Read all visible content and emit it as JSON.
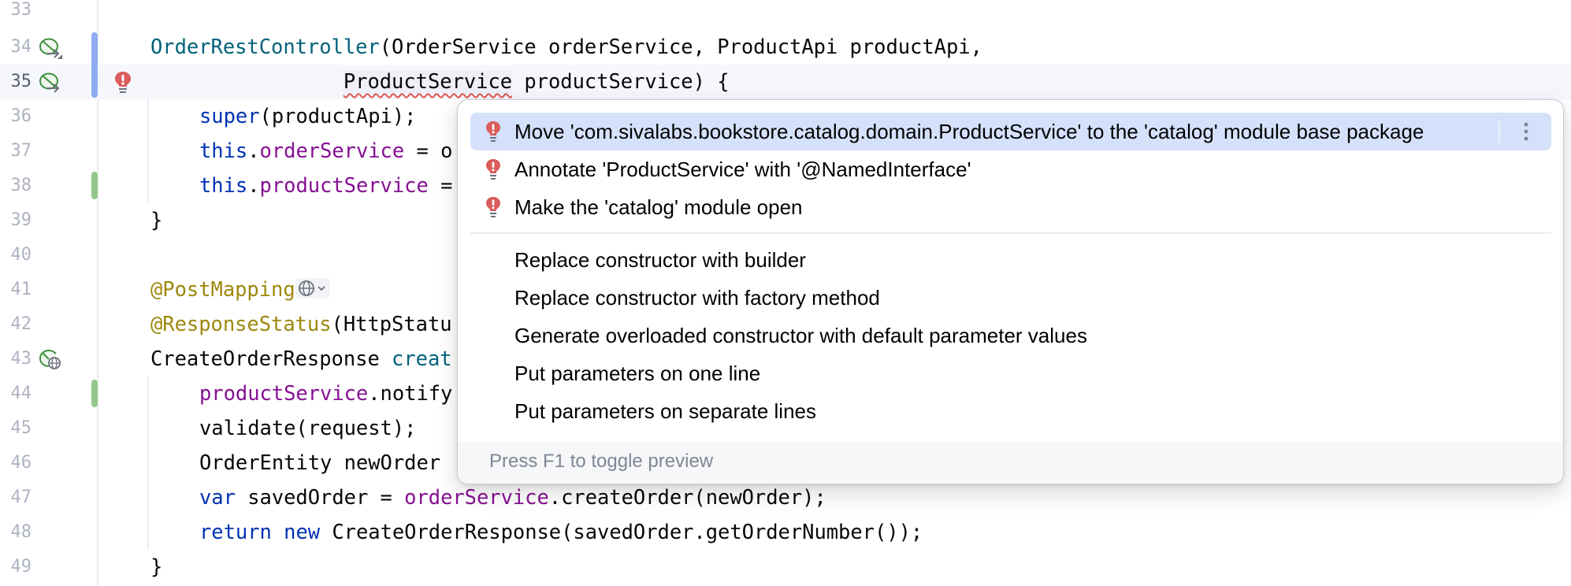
{
  "editor": {
    "lines": [
      {
        "num": "33",
        "code": ""
      },
      {
        "num": "34",
        "code": "OrderRestController(OrderService orderService, ProductApi productApi,"
      },
      {
        "num": "35",
        "code": "ProductService productService) {"
      },
      {
        "num": "36",
        "code": "super(productApi);"
      },
      {
        "num": "37",
        "code": "this.orderService = o"
      },
      {
        "num": "38",
        "code": "this.productService ="
      },
      {
        "num": "39",
        "code": "}"
      },
      {
        "num": "40",
        "code": ""
      },
      {
        "num": "41",
        "code": "@PostMapping"
      },
      {
        "num": "42",
        "code": "@ResponseStatus(HttpStatu"
      },
      {
        "num": "43",
        "code": "CreateOrderResponse creat"
      },
      {
        "num": "44",
        "code": "productService.notify"
      },
      {
        "num": "45",
        "code": "validate(request);"
      },
      {
        "num": "46",
        "code": "OrderEntity newOrder"
      },
      {
        "num": "47",
        "code": "var savedOrder = orderService.createOrder(newOrder);"
      },
      {
        "num": "48",
        "code": "return new CreateOrderResponse(savedOrder.getOrderNumber());"
      },
      {
        "num": "49",
        "code": "}"
      }
    ],
    "tokens": {
      "l34_ctor": "OrderRestController",
      "l34_rest": "(OrderService orderService, ProductApi productApi,",
      "l35_indent": "                ",
      "l35_err": "ProductService",
      "l35_rest": " productService) {",
      "l36_kw": "super",
      "l36_rest": "(productApi);",
      "l37_kw": "this",
      "l37_dot": ".",
      "l37_fld": "orderService",
      "l37_rest": " = o",
      "l38_kw": "this",
      "l38_dot": ".",
      "l38_fld": "productService",
      "l38_rest": " =",
      "l39": "}",
      "l41_ann": "@PostMapping",
      "l42_ann": "@ResponseStatus",
      "l42_rest": "(HttpStatu",
      "l43_type": "CreateOrderResponse ",
      "l43_fn": "creat",
      "l44_fld": "productService",
      "l44_rest": ".notify",
      "l45": "validate(request);",
      "l46": "OrderEntity newOrder",
      "l47_kw": "var",
      "l47_mid": " savedOrder = ",
      "l47_fld": "orderService",
      "l47_rest": ".createOrder(newOrder);",
      "l48_kw1": "return",
      "l48_sp": " ",
      "l48_kw2": "new",
      "l48_rest": " CreateOrderResponse(savedOrder.getOrderNumber());",
      "l49": "}"
    },
    "gutter_icons": {
      "34": "spring-bean-navigate-icon",
      "35": "spring-bean-navigate-icon",
      "43": "spring-web-endpoint-icon"
    },
    "error_line": "35",
    "inlay_hint_line_41": "globe-endpoint-icon"
  },
  "popup": {
    "items": [
      {
        "label": "Move 'com.sivalabs.bookstore.catalog.domain.ProductService' to the 'catalog' module base package",
        "icon": "error-bulb-icon",
        "selected": true
      },
      {
        "label": "Annotate 'ProductService' with '@NamedInterface'",
        "icon": "error-bulb-icon"
      },
      {
        "label": "Make the 'catalog' module open",
        "icon": "error-bulb-icon"
      },
      {
        "label": "Replace constructor with builder"
      },
      {
        "label": "Replace constructor with factory method"
      },
      {
        "label": "Generate overloaded constructor with default parameter values"
      },
      {
        "label": "Put parameters on one line"
      },
      {
        "label": "Put parameters on separate lines"
      }
    ],
    "footer": "Press F1 to toggle preview"
  },
  "colors": {
    "keyword": "#0033b3",
    "field": "#871094",
    "function": "#00627a",
    "annotation": "#9e880d",
    "error": "#db5c5c",
    "selection": "#d5e1fb",
    "modified_marker": "#8fabf1",
    "added_marker": "#93c88c"
  }
}
